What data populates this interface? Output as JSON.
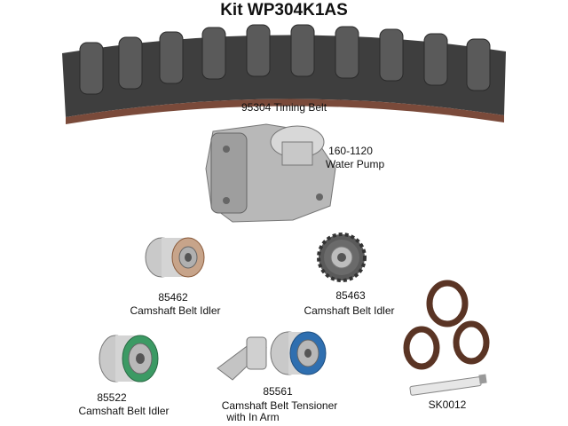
{
  "kit_title": "Kit WP304K1AS",
  "parts": {
    "timing_belt": {
      "number": "95304",
      "name": "Timing Belt",
      "label": "95304 Timing Belt"
    },
    "water_pump": {
      "number": "160-1120",
      "name": "Water Pump"
    },
    "idler_85462": {
      "number": "85462",
      "name": "Camshaft Belt Idler"
    },
    "idler_85463": {
      "number": "85463",
      "name": "Camshaft Belt Idler"
    },
    "idler_85522": {
      "number": "85522",
      "name": "Camshaft Belt Idler"
    },
    "tensioner_85561": {
      "number": "85561",
      "name_line1": "Camshaft Belt Tensioner",
      "name_line2": "with In Arm"
    },
    "seals_sk0012": {
      "number": "SK0012"
    }
  },
  "colors": {
    "belt": "#4a4a4a",
    "belt_edge": "#7a4a3a",
    "green_band": "#3c9a64",
    "blue_band": "#2f6fb0",
    "seal": "#5a3424"
  }
}
